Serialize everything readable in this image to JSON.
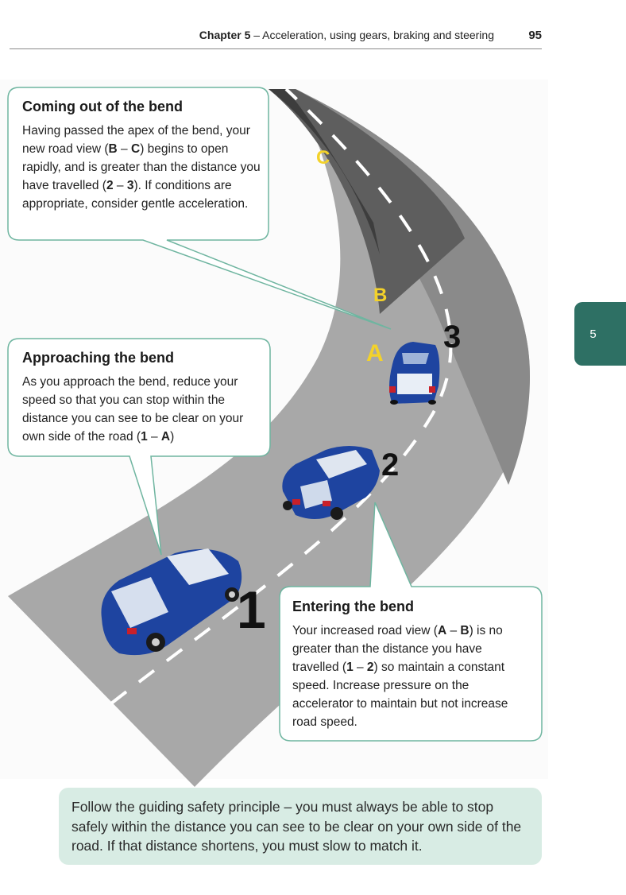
{
  "header": {
    "chapter_label": "Chapter 5",
    "chapter_title": " – Acceleration, using gears, braking and steering",
    "page_number": "95"
  },
  "tab": {
    "label": "5"
  },
  "callouts": {
    "coming_out": {
      "title": "Coming out of the bend",
      "body": [
        {
          "t": "Having passed the apex of the bend, your new road view ("
        },
        {
          "b": "B"
        },
        {
          "t": " – "
        },
        {
          "b": "C"
        },
        {
          "t": ") begins to open rapidly, and is greater than the distance you have travelled ("
        },
        {
          "b": "2"
        },
        {
          "t": " – "
        },
        {
          "b": "3"
        },
        {
          "t": "). If conditions are appropriate, consider gentle acceleration."
        }
      ]
    },
    "approaching": {
      "title": "Approaching the bend",
      "body": [
        {
          "t": "As you approach the bend, reduce your speed so that you can stop within the distance you can see to be clear on your own side of the road ("
        },
        {
          "b": "1"
        },
        {
          "t": " – "
        },
        {
          "b": "A"
        },
        {
          "t": ")"
        }
      ]
    },
    "entering": {
      "title": "Entering the bend",
      "body": [
        {
          "t": "Your increased road view ("
        },
        {
          "b": "A"
        },
        {
          "t": " – "
        },
        {
          "b": "B"
        },
        {
          "t": ") is no greater than the distance you have travelled ("
        },
        {
          "b": "1"
        },
        {
          "t": " – "
        },
        {
          "b": "2"
        },
        {
          "t": ") so maintain a constant speed. Increase pressure on the accelerator to maintain but not increase road speed."
        }
      ]
    }
  },
  "diagram": {
    "position_numbers": [
      "1",
      "2",
      "3"
    ],
    "view_points": [
      "A",
      "B",
      "C"
    ],
    "colors": {
      "road_light": "#a6a6a6",
      "road_mid": "#7a7a7a",
      "road_dark": "#4d4d4d",
      "car": "#1e44a0",
      "marker_letters": "#f3d22a",
      "callout_border": "#6fb5a0"
    }
  },
  "note": {
    "text": "Follow the guiding safety principle – you must always be able to stop safely within the distance you can see to be clear on your own side of the road. If that distance shortens, you must slow to match it."
  }
}
